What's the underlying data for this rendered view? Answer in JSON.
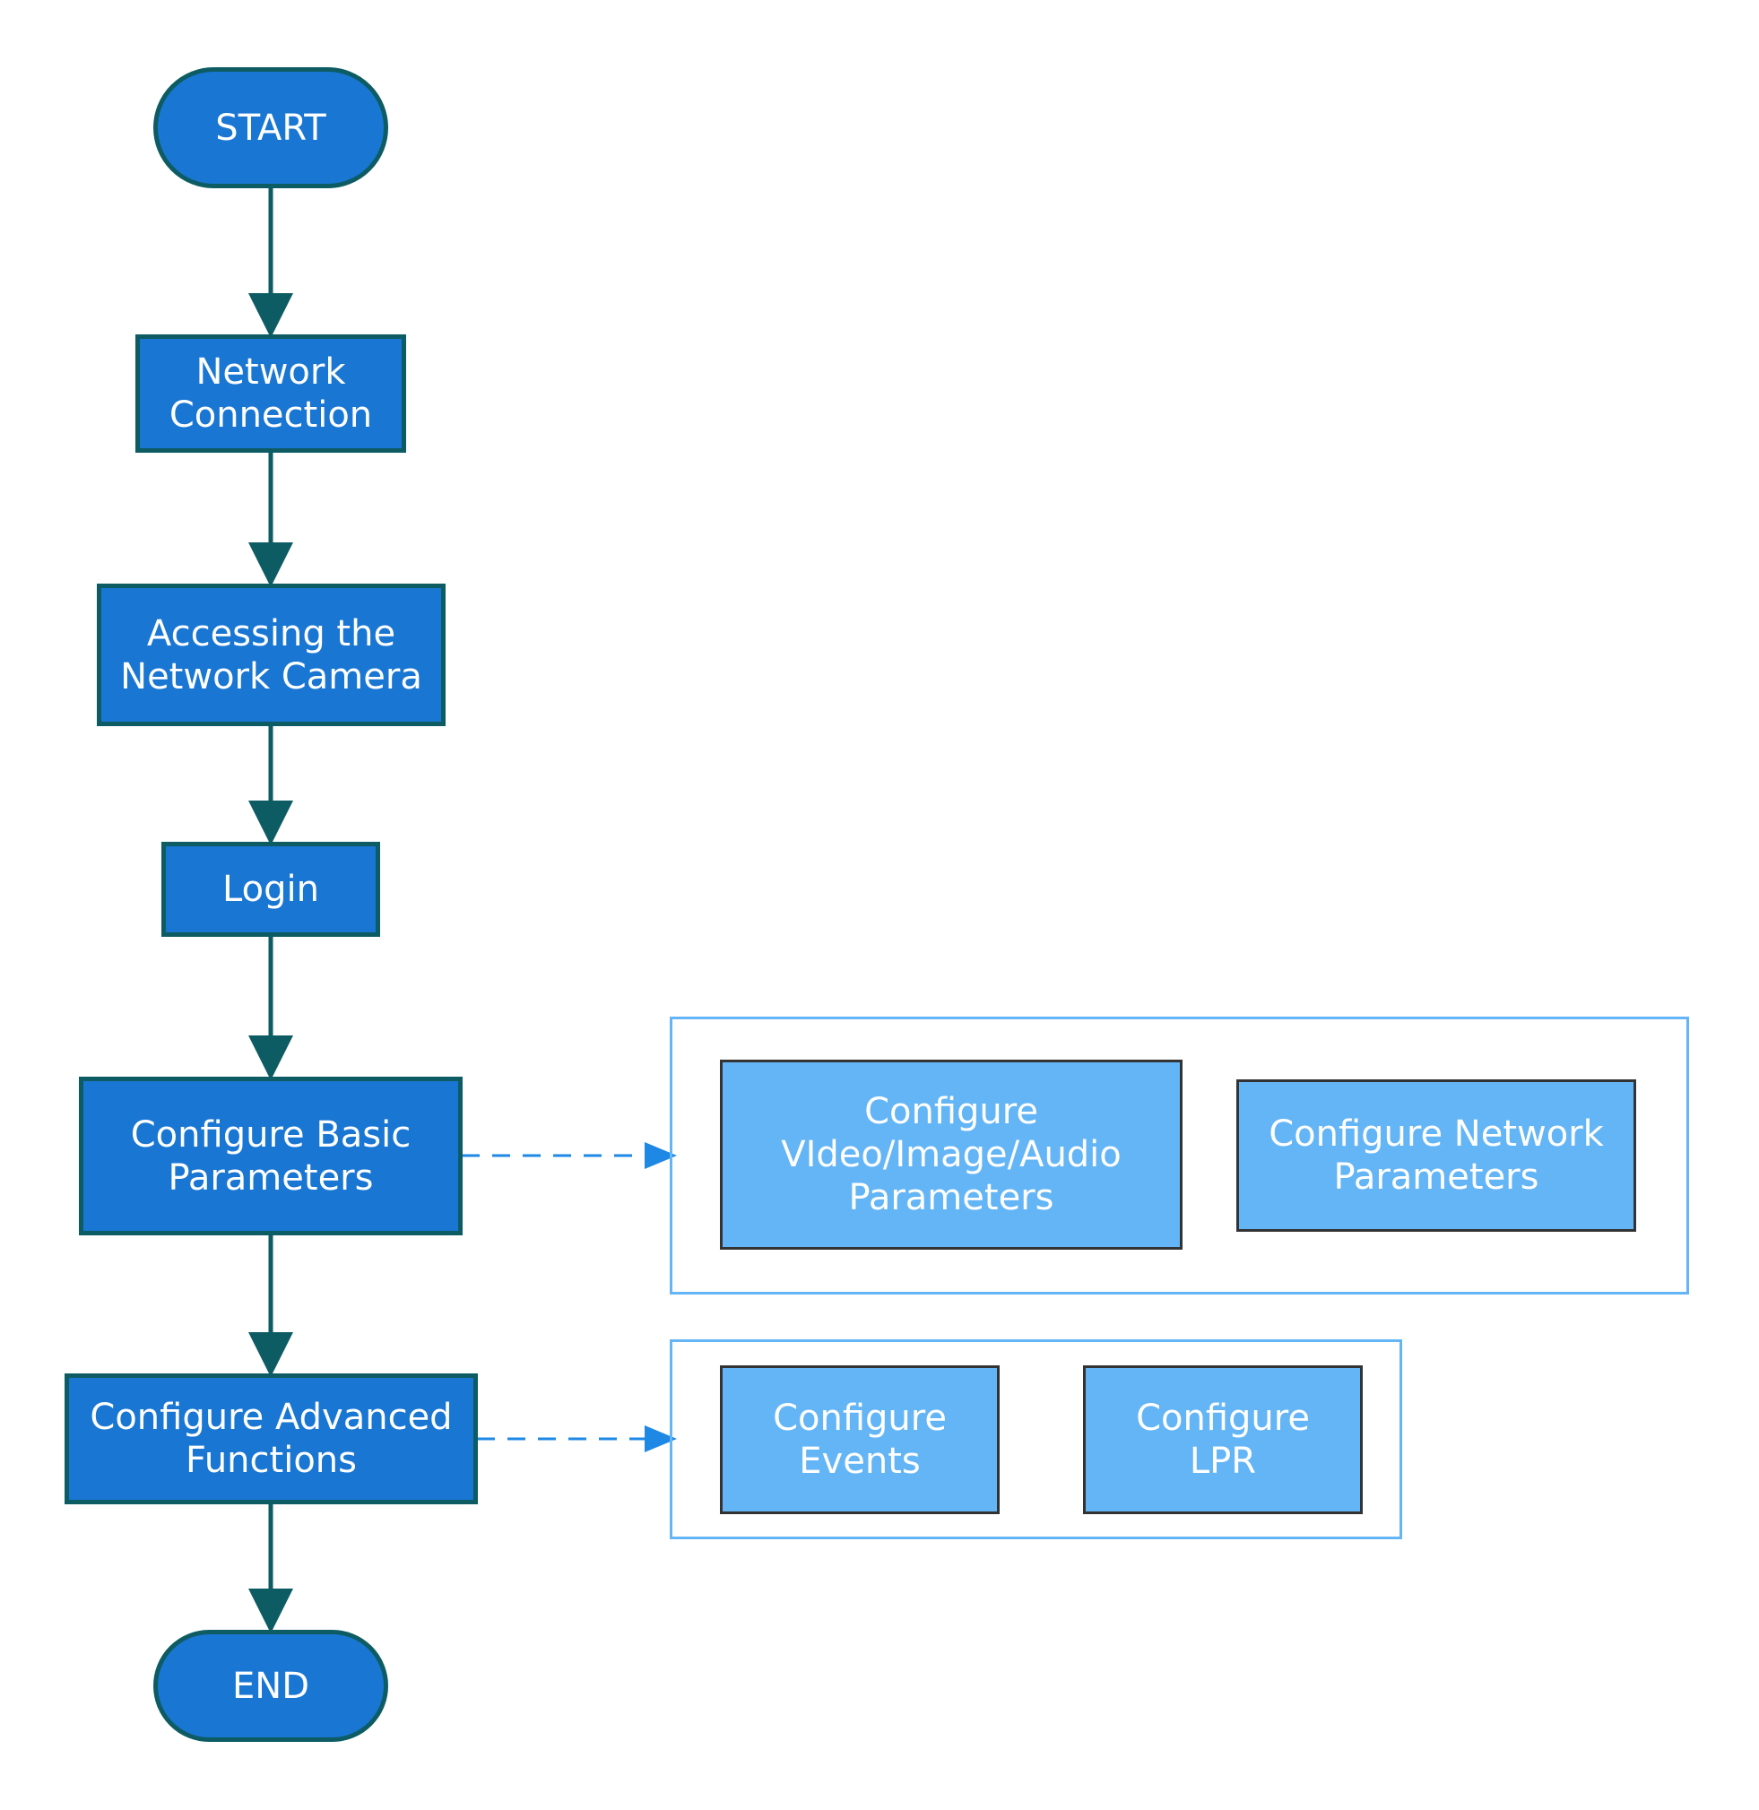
{
  "colors": {
    "main_fill": "#1976D2",
    "main_border": "#0E5C63",
    "sub_fill": "#64B5F6",
    "sub_border": "#333333",
    "group_border": "#64B5F6",
    "flow_arrow": "#0E5C63",
    "dashed_arrow": "#1E88E5"
  },
  "nodes": {
    "start": {
      "lines": [
        "START"
      ]
    },
    "network_connection": {
      "lines": [
        "Network",
        "Connection"
      ]
    },
    "accessing_camera": {
      "lines": [
        "Accessing the",
        "Network Camera"
      ]
    },
    "login": {
      "lines": [
        "Login"
      ]
    },
    "configure_basic": {
      "lines": [
        "Configure Basic",
        "Parameters"
      ]
    },
    "configure_advanced": {
      "lines": [
        "Configure Advanced",
        "Functions"
      ]
    },
    "end": {
      "lines": [
        "END"
      ]
    }
  },
  "groups": {
    "basic": {
      "items": [
        {
          "lines": [
            "Configure",
            "VIdeo/Image/Audio",
            "Parameters"
          ]
        },
        {
          "lines": [
            "Configure Network",
            "Parameters"
          ]
        }
      ]
    },
    "advanced": {
      "items": [
        {
          "lines": [
            "Configure",
            "Events"
          ]
        },
        {
          "lines": [
            "Configure",
            "LPR"
          ]
        }
      ]
    }
  }
}
